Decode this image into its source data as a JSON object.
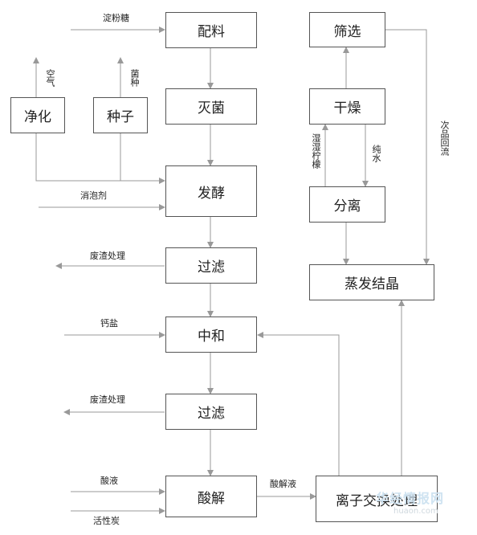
{
  "boxes": {
    "peiliao": "配料",
    "miejun": "灭菌",
    "jinghua": "净化",
    "zhongzi": "种子",
    "fajiao": "发酵",
    "guolv1": "过滤",
    "zhonghe": "中和",
    "guolv2": "过滤",
    "suanjie": "酸解",
    "lizi": "离子交换处理",
    "shaixuan": "筛选",
    "ganzao": "干燥",
    "fenli": "分离",
    "zhengfa": "蒸发结晶"
  },
  "labels": {
    "dianfentang": "淀粉糖",
    "kongqi": "空气",
    "junzhong": "菌种",
    "xiaopaoji": "消泡剂",
    "feizha1": "废渣处理",
    "gaiyan": "钙盐",
    "feizha2": "废渣处理",
    "suanye": "酸液",
    "huoxingtan": "活性炭",
    "suanjieye": "酸解液",
    "shiningmeng": "湿湿柠檬",
    "chunshui": "纯水",
    "cipin": "次品回流"
  },
  "watermark": {
    "text": "华经情报网",
    "url": "huaon.com"
  }
}
